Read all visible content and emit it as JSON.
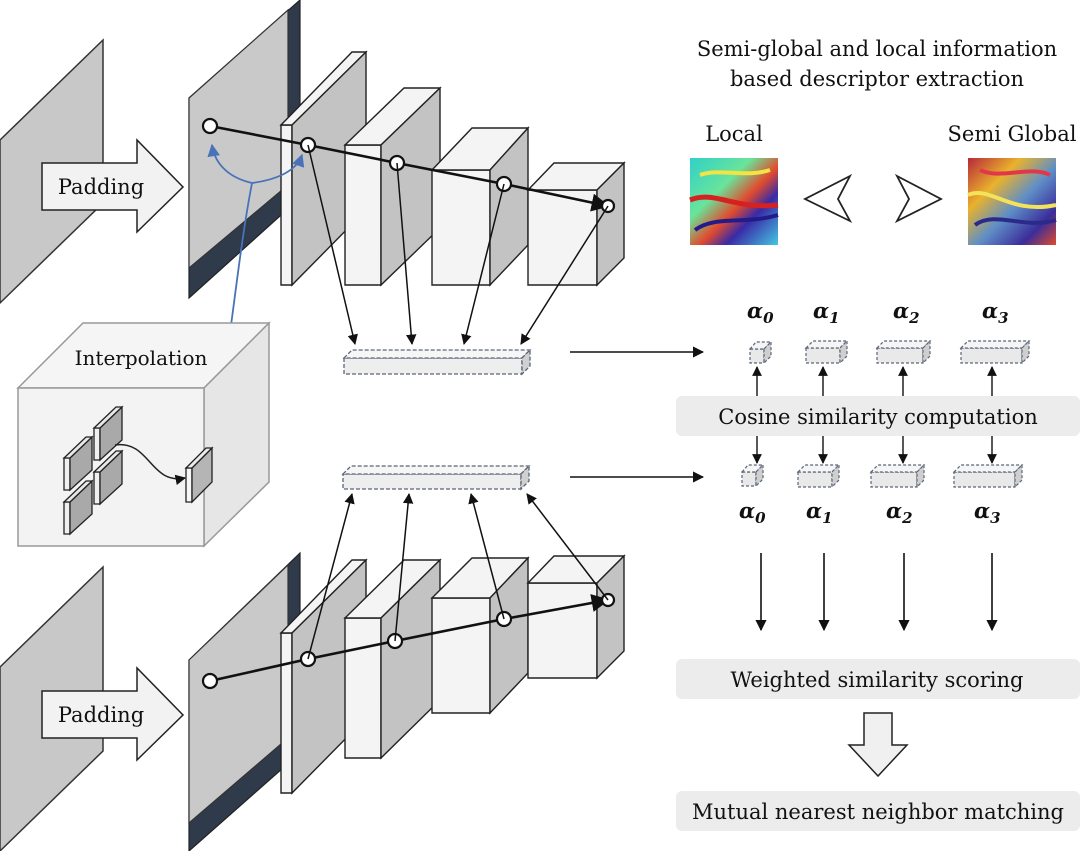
{
  "title_line1": "Semi-global and local information",
  "title_line2": "based descriptor extraction",
  "local_label": "Local",
  "semi_global_label": "Semi Global",
  "padding_top": "Padding",
  "padding_bottom": "Padding",
  "interpolation_label": "Interpolation",
  "cosine_label": "Cosine similarity computation",
  "weighted_label": "Weighted similarity scoring",
  "mnn_label": "Mutual nearest neighbor matching",
  "alphas_top": [
    {
      "sym": "α",
      "sub": "0"
    },
    {
      "sym": "α",
      "sub": "1"
    },
    {
      "sym": "α",
      "sub": "2"
    },
    {
      "sym": "α",
      "sub": "3"
    }
  ],
  "alphas_bottom": [
    {
      "sym": "α",
      "sub": "0"
    },
    {
      "sym": "α",
      "sub": "1"
    },
    {
      "sym": "α",
      "sub": "2"
    },
    {
      "sym": "α",
      "sub": "3"
    }
  ]
}
